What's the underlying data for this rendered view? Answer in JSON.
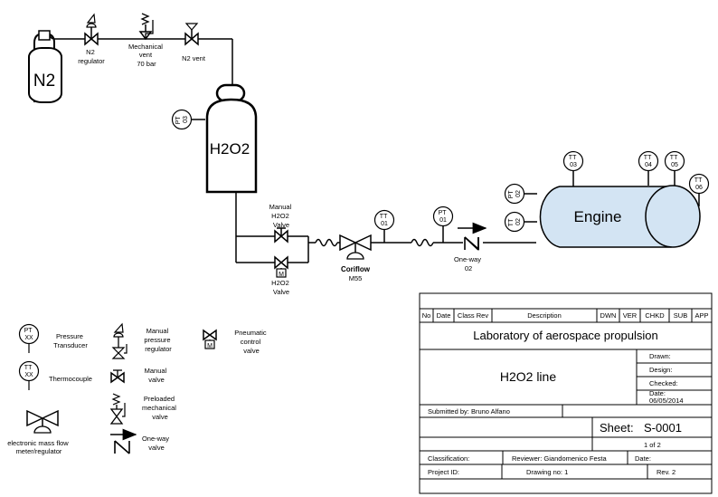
{
  "labels": {
    "n2": "N2",
    "n2_regulator": [
      "N2",
      "regulator"
    ],
    "mech_vent": [
      "Mechanical",
      "vent",
      "70 bar"
    ],
    "n2_vent": "N2 vent",
    "h2o2": "H2O2",
    "manual_valve": [
      "Manual",
      "H2O2",
      "Valve"
    ],
    "h2o2_valve": [
      "H2O2",
      "Valve"
    ],
    "coriflow": "Coriflow",
    "coriflow_model": "M55",
    "one_way": [
      "One-way",
      "02"
    ],
    "engine": "Engine",
    "motor_M": "M"
  },
  "instruments": {
    "pt03": [
      "PT",
      "03"
    ],
    "tt01": [
      "TT",
      "01"
    ],
    "pt01": [
      "PT",
      "01"
    ],
    "tt03": [
      "TT",
      "03"
    ],
    "tt04": [
      "TT",
      "04"
    ],
    "tt05": [
      "TT",
      "05"
    ],
    "tt06": [
      "TT",
      "06"
    ],
    "pt02": [
      "PT",
      "02"
    ],
    "tt02": [
      "TT",
      "02"
    ]
  },
  "legend": {
    "xx": [
      "PT",
      "XX",
      "TT",
      "XX"
    ],
    "pressure_transducer": [
      "Pressure",
      "Transducer"
    ],
    "thermocouple": "Thermocouple",
    "mass_flow": [
      "electronic mass flow",
      "meter/regulator"
    ],
    "manual_pressure_regulator": [
      "Manual",
      "pressure",
      "regulator"
    ],
    "manual_valve": [
      "Manual",
      "valve"
    ],
    "preloaded_valve": [
      "Preloaded",
      "mechanical",
      "valve"
    ],
    "one_way_valve": [
      "One-way",
      "valve"
    ],
    "pneumatic_valve": [
      "Pneumatic",
      "control",
      "valve"
    ],
    "m": "M"
  },
  "title_block": {
    "columns": [
      "No",
      "Date",
      "Class Rev",
      "Description",
      "DWN",
      "VER",
      "CHKD",
      "SUB",
      "APP"
    ],
    "organization": "Laboratory of aerospace propulsion",
    "drawing_title": "H2O2 line",
    "drawn": "Drawn:",
    "design": "Design:",
    "checked": "Checked:",
    "date": [
      "Date:",
      "06/05/2014"
    ],
    "submitted_by": "Submitted by: Bruno Alfano",
    "sheet_label": "Sheet:",
    "sheet_number": "S-0001",
    "sheet_count": "1 of 2",
    "classification": "Classification:",
    "reviewer": "Reviewer: Giandomenico Festa",
    "date_blank": "Date:",
    "project_id": "Project ID:",
    "drawing_no": "Drawing no: 1",
    "revision": "Rev. 2"
  },
  "colors": {
    "engine_fill": "#d3e4f3",
    "line": "#000000"
  }
}
